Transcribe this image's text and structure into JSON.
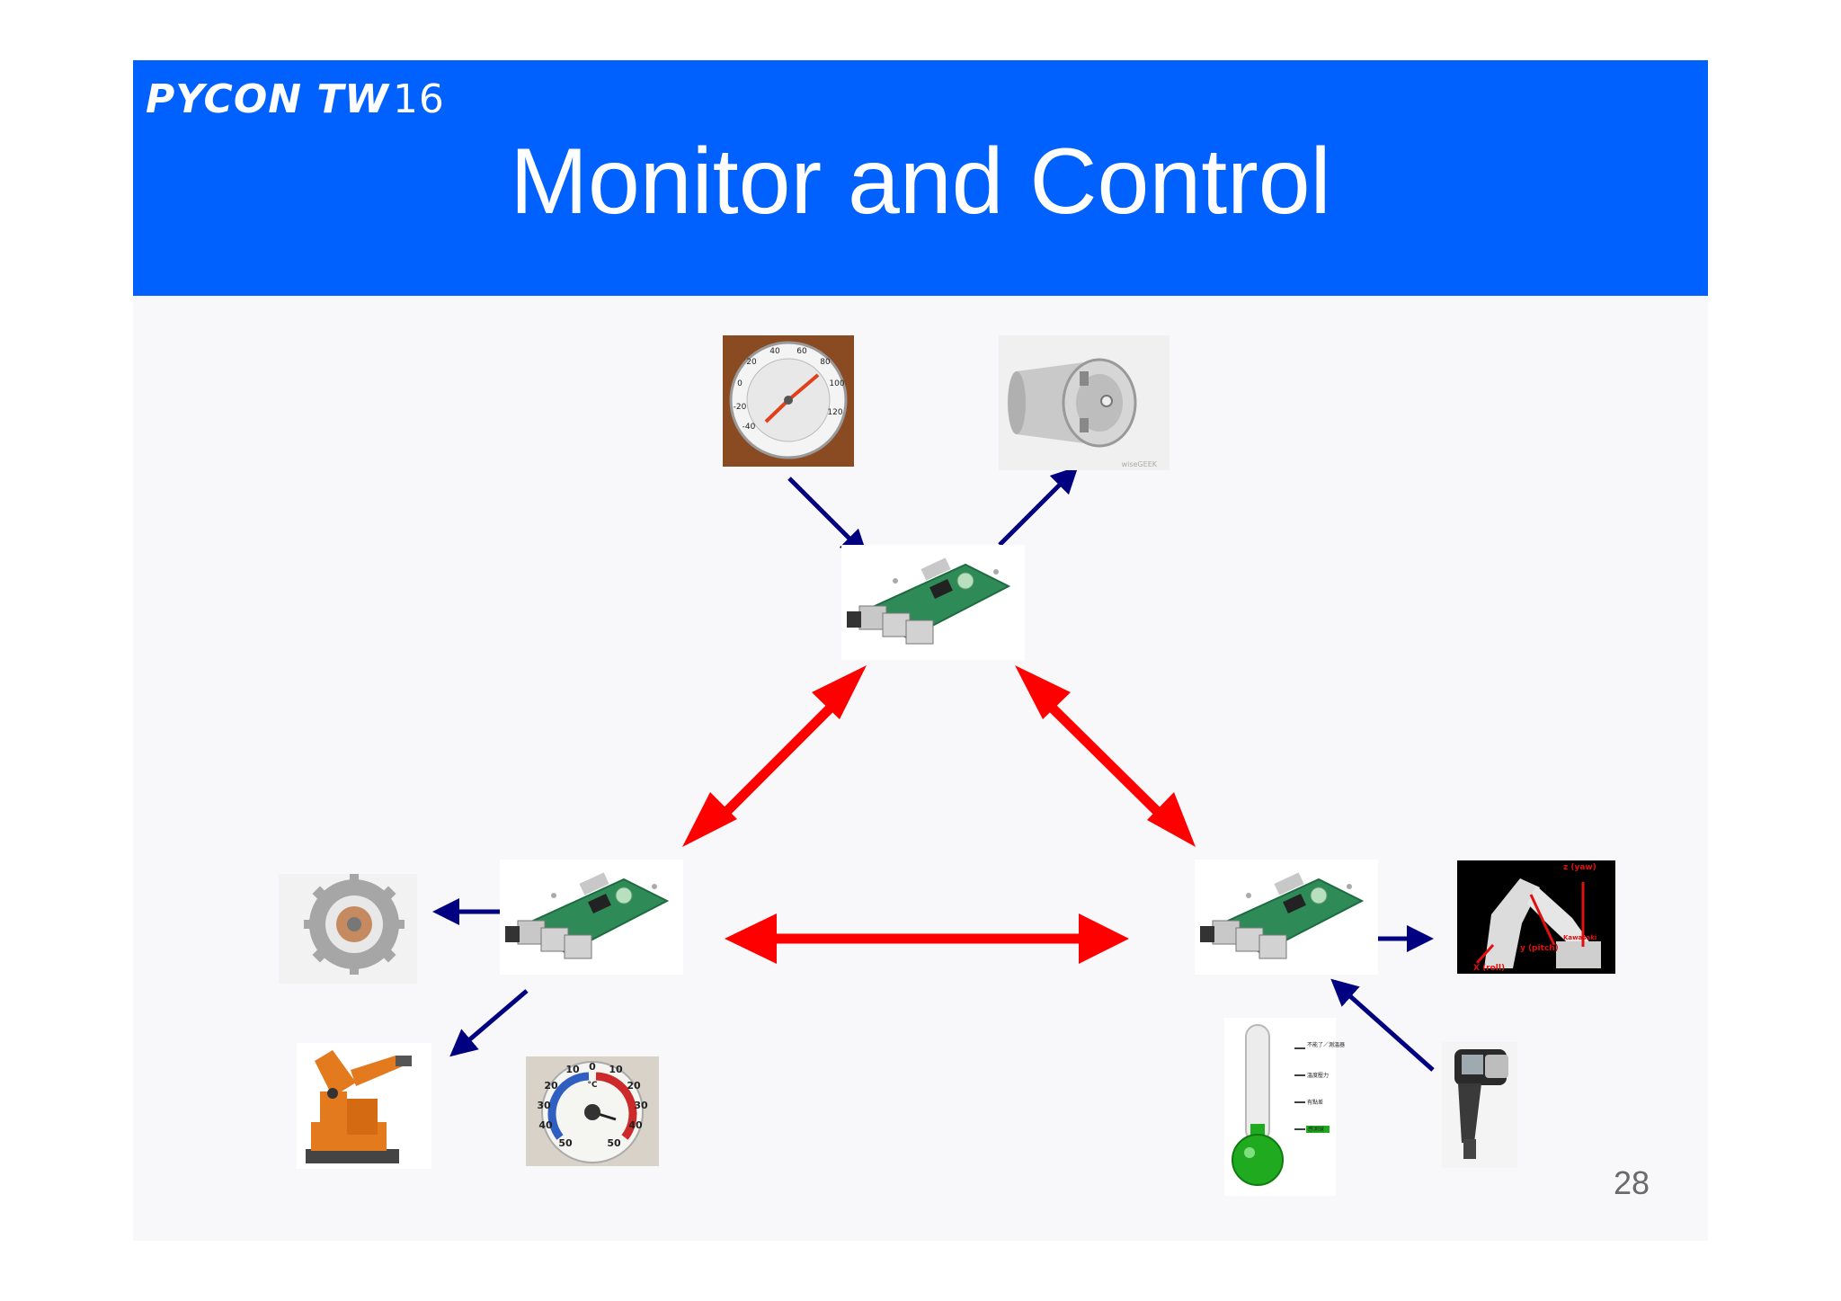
{
  "slide": {
    "logo_text_1": "PYCON TW",
    "logo_text_2": "16",
    "title": "Monitor and Control",
    "page_number": "28"
  },
  "colors": {
    "header_bg": "#0061fe",
    "title_text": "#ffffff",
    "network_arrow": "#fe0000",
    "io_arrow": "#000080",
    "board_green": "#2e8b57"
  },
  "nodes": {
    "top": {
      "icon": "raspberry-pi-board"
    },
    "left": {
      "icon": "raspberry-pi-board"
    },
    "right": {
      "icon": "raspberry-pi-board"
    }
  },
  "devices": {
    "top_input": {
      "icon": "dial-thermometer",
      "dial_labels": [
        "-40",
        "-20",
        "0",
        "20",
        "40",
        "60",
        "80",
        "100",
        "120"
      ]
    },
    "top_output": {
      "icon": "dc-motor",
      "watermark": "wiseGEEK"
    },
    "left_output_1": {
      "icon": "stepper-motor"
    },
    "left_output_2": {
      "icon": "industrial-robot-arm"
    },
    "left_input": {
      "icon": "round-thermometer",
      "dial_labels": [
        "10",
        "0",
        "10",
        "20",
        "30",
        "40",
        "50",
        "50",
        "40",
        "30",
        "20",
        "°C"
      ]
    },
    "right_output": {
      "icon": "robot-arm-axes",
      "axis_labels": [
        "z (yaw)",
        "y (pitch)",
        "X (roll)",
        "Kawasaki"
      ]
    },
    "right_input_1": {
      "icon": "infrared-thermometer"
    },
    "right_input_2": {
      "icon": "glass-thermometer",
      "annotations": [
        "不能了／測溫器",
        "溫度壓力",
        "有點差",
        "感測球"
      ]
    }
  }
}
